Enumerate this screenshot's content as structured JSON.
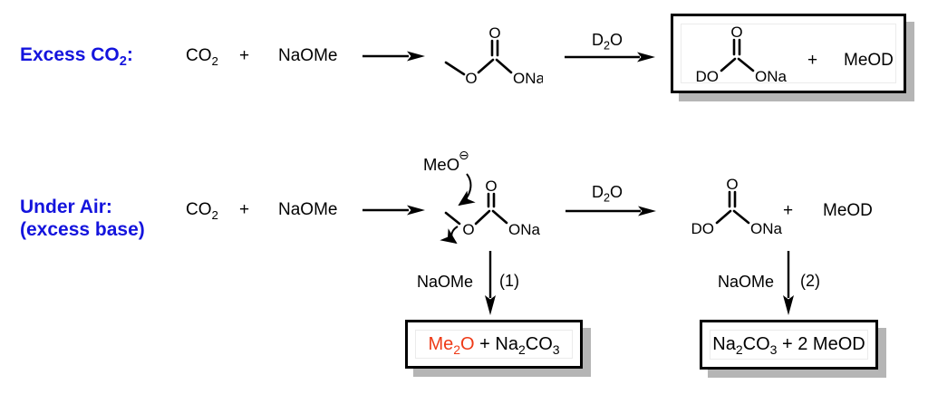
{
  "colors": {
    "label_blue": "#1414dd",
    "highlight_red": "#ee3a17",
    "box_shadow_gray": "#b5b5b5"
  },
  "row1": {
    "label": {
      "pre": "Excess CO",
      "sub": "2",
      "post": ":"
    },
    "co2_pre": "CO",
    "co2_sub": "2",
    "plus": "+",
    "base": "NaOMe",
    "d2o": {
      "pre": "D",
      "sub": "2",
      "post": "O"
    },
    "methyl_carbonate": {
      "ester_o": "O",
      "carbonyl_o": "O",
      "ona": "ONa"
    },
    "product_box": {
      "do_carbonate": {
        "do": "DO",
        "carbonyl_o": "O",
        "ona": "ONa"
      },
      "plus": "+",
      "meod": "MeOD"
    }
  },
  "row2": {
    "label_line1": "Under Air:",
    "label_line2": "(excess base)",
    "co2_pre": "CO",
    "co2_sub": "2",
    "plus": "+",
    "base": "NaOMe",
    "intermediate": {
      "meo": "MeO",
      "charge": "⊖",
      "ester_o": "O",
      "carbonyl_o": "O",
      "ona": "ONa"
    },
    "d2o": {
      "pre": "D",
      "sub": "2",
      "post": "O"
    },
    "products": {
      "do_carbonate": {
        "do": "DO",
        "carbonyl_o": "O",
        "ona": "ONa"
      },
      "plus": "+",
      "meod": "MeOD"
    },
    "path1": {
      "reagent": "NaOMe",
      "step": "(1)",
      "box": {
        "me2o_pre": "Me",
        "me2o_sub": "2",
        "me2o_post": "O",
        "plus": " + ",
        "na": "Na",
        "na_sub": "2",
        "co": "CO",
        "co_sub": "3"
      }
    },
    "path2": {
      "reagent": "NaOMe",
      "step": "(2)",
      "box": {
        "na": "Na",
        "na_sub": "2",
        "co": "CO",
        "co_sub": "3",
        "post": " + 2 MeOD"
      }
    }
  }
}
